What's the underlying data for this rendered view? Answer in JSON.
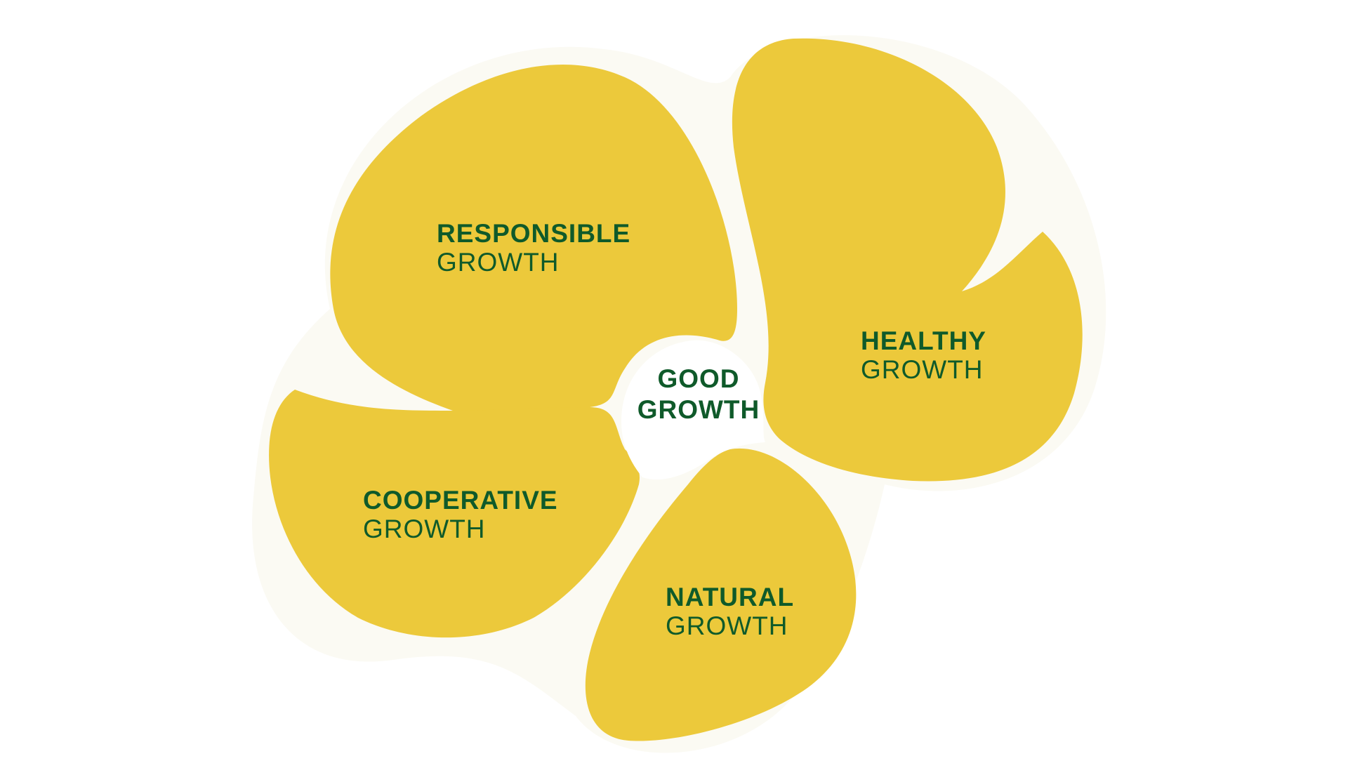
{
  "colors": {
    "petal": "#ecc93b",
    "halo": "#fbfaf3",
    "text": "#0f5a2a",
    "background": "#ffffff"
  },
  "center": {
    "line1": "GOOD",
    "line2": "GROWTH"
  },
  "petals": [
    {
      "id": "responsible",
      "bold": "RESPONSIBLE",
      "regular": "GROWTH"
    },
    {
      "id": "healthy",
      "bold": "HEALTHY",
      "regular": "GROWTH"
    },
    {
      "id": "cooperative",
      "bold": "COOPERATIVE",
      "regular": "GROWTH"
    },
    {
      "id": "natural",
      "bold": "NATURAL",
      "regular": "GROWTH"
    }
  ]
}
